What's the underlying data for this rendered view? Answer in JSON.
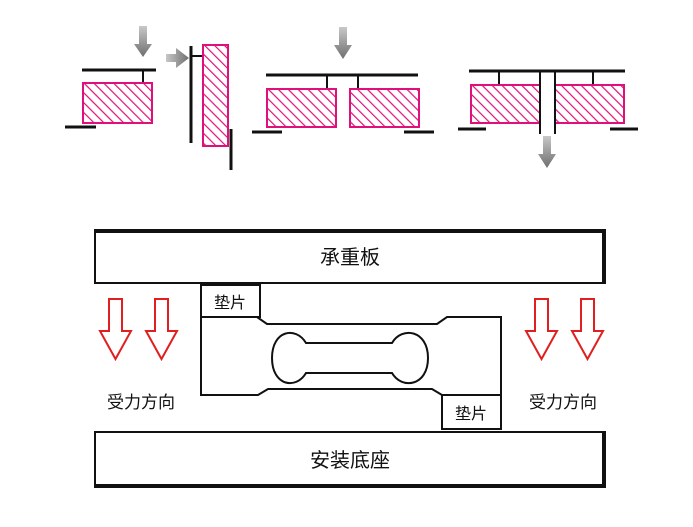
{
  "top_examples": [
    {
      "name": "single-load-cell-top-load"
    },
    {
      "name": "single-load-cell-side-load"
    },
    {
      "name": "dual-load-cells-top-load"
    },
    {
      "name": "dual-load-cells-bottom-load"
    }
  ],
  "labels": {
    "top_plate": "承重板",
    "mount_base": "安装底座",
    "shim_top": "垫片",
    "shim_bottom": "垫片",
    "force_dir_left": "受力方向",
    "force_dir_right": "受力方向"
  },
  "colors": {
    "cell_stroke": "#e0107a",
    "hatch": "#e0107a",
    "arrow_gray": "#808080",
    "arrow_red": "#e02020",
    "line": "#111111"
  }
}
